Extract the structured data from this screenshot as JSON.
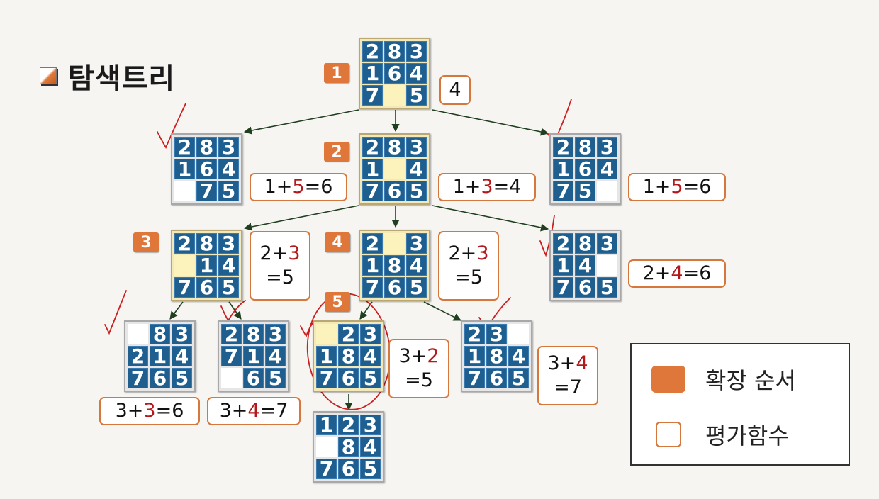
{
  "title": "탐색트리",
  "legend": {
    "order_label": "확장 순서",
    "eval_label": "평가함수"
  },
  "colors": {
    "tile": "#1f5f8f",
    "blank": "#fbf2bc",
    "order_badge": "#e0773a",
    "eval_border": "#d4783d",
    "highlight": "#b3191a",
    "edge": "#1f3f1f",
    "annotation": "#cc1f1f"
  },
  "nodes": [
    {
      "id": "n1",
      "tiles": [
        "2",
        "8",
        "3",
        "1",
        "6",
        "4",
        "7",
        "",
        "5"
      ],
      "order": "1",
      "eval": [
        "4"
      ],
      "expanded": true
    },
    {
      "id": "n2a",
      "tiles": [
        "2",
        "8",
        "3",
        "1",
        "6",
        "4",
        "",
        "7",
        "5"
      ],
      "eval": [
        "1+",
        "5",
        "=6"
      ],
      "expanded": false
    },
    {
      "id": "n2",
      "tiles": [
        "2",
        "8",
        "3",
        "1",
        "",
        "4",
        "7",
        "6",
        "5"
      ],
      "order": "2",
      "eval": [
        "1+",
        "3",
        "=4"
      ],
      "expanded": true
    },
    {
      "id": "n2c",
      "tiles": [
        "2",
        "8",
        "3",
        "1",
        "6",
        "4",
        "7",
        "5",
        ""
      ],
      "eval": [
        "1+",
        "5",
        "=6"
      ],
      "expanded": false
    },
    {
      "id": "n3",
      "tiles": [
        "2",
        "8",
        "3",
        "",
        "1",
        "4",
        "7",
        "6",
        "5"
      ],
      "order": "3",
      "eval": [
        "2+",
        "3",
        "=5"
      ],
      "expanded": true
    },
    {
      "id": "n4",
      "tiles": [
        "2",
        "",
        "3",
        "1",
        "8",
        "4",
        "7",
        "6",
        "5"
      ],
      "order": "4",
      "eval": [
        "2+",
        "3",
        "=5"
      ],
      "expanded": true
    },
    {
      "id": "n3c",
      "tiles": [
        "2",
        "8",
        "3",
        "1",
        "4",
        "",
        "7",
        "6",
        "5"
      ],
      "eval": [
        "2+",
        "4",
        "=6"
      ],
      "expanded": false
    },
    {
      "id": "n6a",
      "tiles": [
        "",
        "8",
        "3",
        "2",
        "1",
        "4",
        "7",
        "6",
        "5"
      ],
      "eval": [
        "3+",
        "3",
        "=6"
      ],
      "expanded": false
    },
    {
      "id": "n6b",
      "tiles": [
        "2",
        "8",
        "3",
        "7",
        "1",
        "4",
        "",
        "6",
        "5"
      ],
      "eval": [
        "3+",
        "4",
        "=7"
      ],
      "expanded": false
    },
    {
      "id": "n5",
      "tiles": [
        "",
        "2",
        "3",
        "1",
        "8",
        "4",
        "7",
        "6",
        "5"
      ],
      "order": "5",
      "eval": [
        "3+",
        "2",
        "=5"
      ],
      "expanded": true
    },
    {
      "id": "n6d",
      "tiles": [
        "2",
        "3",
        "",
        "1",
        "8",
        "4",
        "7",
        "6",
        "5"
      ],
      "eval": [
        "3+",
        "4",
        "=7"
      ],
      "expanded": false
    },
    {
      "id": "goal",
      "tiles": [
        "1",
        "2",
        "3",
        "",
        "8",
        "4",
        "7",
        "6",
        "5"
      ],
      "expanded": false
    }
  ]
}
